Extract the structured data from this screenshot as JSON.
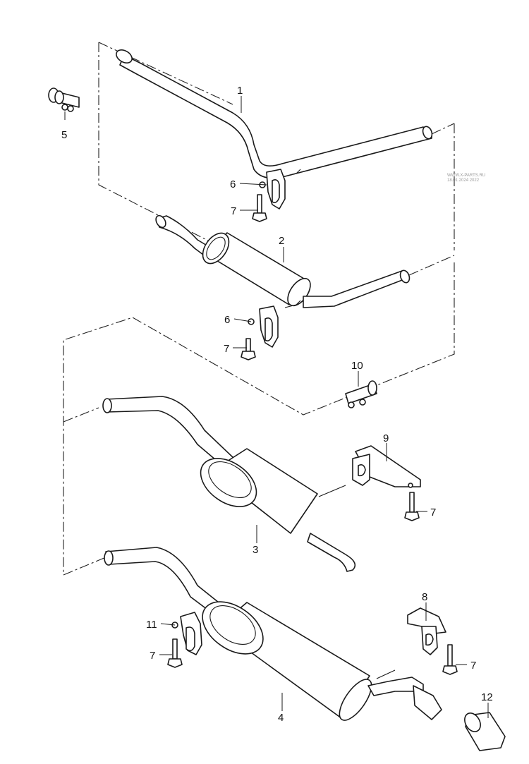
{
  "diagram": {
    "watermark_line1": "WWW.X-PARTS.RU",
    "watermark_line2": "18.01.2024 2022",
    "callouts": {
      "p1": "1",
      "p2": "2",
      "p3": "3",
      "p4": "4",
      "p5": "5",
      "p6a": "6",
      "p6b": "6",
      "p7a": "7",
      "p7b": "7",
      "p7c": "7",
      "p7d": "7",
      "p7e": "7",
      "p8": "8",
      "p9": "9",
      "p10": "10",
      "p11": "11",
      "p12": "12"
    }
  }
}
